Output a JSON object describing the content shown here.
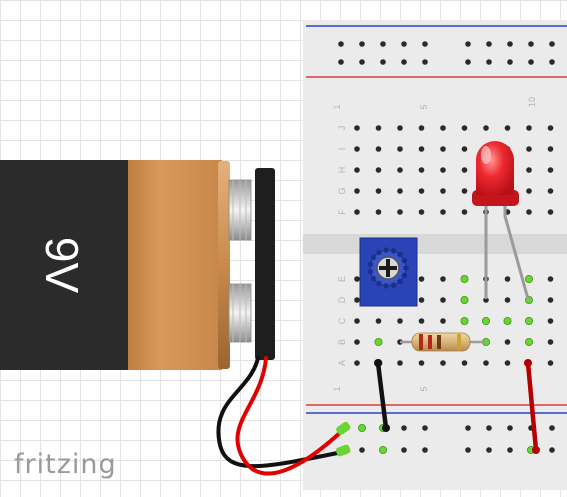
{
  "battery": {
    "label": "9V"
  },
  "breadboard": {
    "row_labels_top": [
      "J",
      "I",
      "H",
      "G",
      "F"
    ],
    "row_labels_bottom": [
      "E",
      "D",
      "C",
      "B",
      "A"
    ],
    "column_labels_top": [
      "1",
      "5",
      "10"
    ],
    "column_labels_bottom": [
      "1",
      "5"
    ]
  },
  "components": {
    "led": "red",
    "resistor": "resistor",
    "potentiometer": "trimmer potentiometer"
  },
  "brand": "fritzing",
  "colors": {
    "rail_blue": "#2b45c9",
    "rail_red": "#d63c3c",
    "battery_body": "#2b2b2b",
    "battery_label": "#cf8e4f",
    "led": "#e8202a",
    "pot": "#2a44b8",
    "wire_red": "#e00000",
    "wire_black": "#111111",
    "breadboard": "#ebebeb",
    "active_hole": "#6ad432"
  }
}
